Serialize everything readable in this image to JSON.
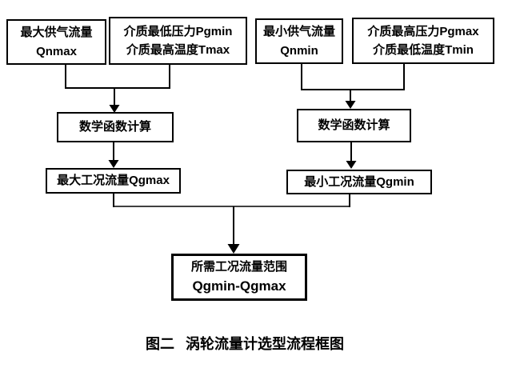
{
  "diagram": {
    "boxes": {
      "max_supply_flow": {
        "line1": "最大供气流量",
        "line2": "Qnmax"
      },
      "medium_min_pressure_max_temp": {
        "line1": "介质最低压力Pgmin",
        "line2": "介质最高温度Tmax"
      },
      "min_supply_flow": {
        "line1": "最小供气流量",
        "line2": "Qnmin"
      },
      "medium_max_pressure_min_temp": {
        "line1": "介质最高压力Pgmax",
        "line2": "介质最低温度Tmin"
      },
      "math_calc_left": {
        "label": "数学函数计算"
      },
      "math_calc_right": {
        "label": "数学函数计算"
      },
      "max_working_flow": {
        "label": "最大工况流量Qgmax"
      },
      "min_working_flow": {
        "label": "最小工况流量Qgmin"
      },
      "required_flow_range": {
        "line1": "所需工况流量范围",
        "line2": "Qgmin-Qgmax"
      }
    },
    "caption": {
      "figure_label": "图二",
      "title": "涡轮流量计选型流程框图"
    },
    "colors": {
      "line": "#000000",
      "background": "#ffffff",
      "text": "#000000"
    }
  }
}
